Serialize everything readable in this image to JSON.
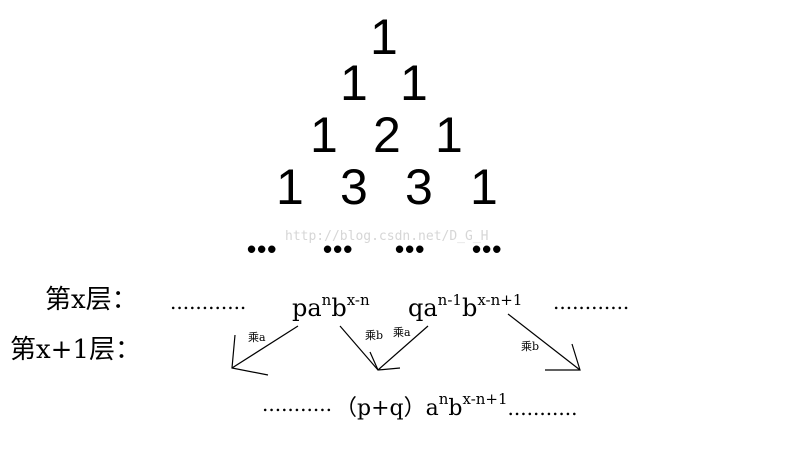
{
  "triangle": {
    "row1": [
      "1"
    ],
    "row2": [
      "1",
      "1"
    ],
    "row3": [
      "1",
      "2",
      "1"
    ],
    "row4": [
      "1",
      "3",
      "3",
      "1"
    ],
    "continuation": [
      "•••",
      "•••",
      "•••",
      "•••"
    ]
  },
  "watermark": "http://blog.csdn.net/D_G_H",
  "layer_x": {
    "label": "第x层：",
    "left_dots": "............",
    "term1": {
      "coef": "pa",
      "exp_a": "n",
      "b": "b",
      "exp_b": "x-n"
    },
    "term2": {
      "coef": "qa",
      "exp_a": "n-1",
      "b": "b",
      "exp_b": "x-n+1"
    },
    "right_dots": "............"
  },
  "layer_x1": {
    "label": "第x+1层：",
    "left_dots": "...........",
    "prefix": "（p+q）",
    "a": "a",
    "exp_a": "n",
    "b": "b",
    "exp_b": "x-n+1",
    "right_dots": "..........."
  },
  "arrow_labels": {
    "left": "乘a",
    "mid_b": "乘b",
    "mid_a": "乘a",
    "right": "乘b"
  }
}
